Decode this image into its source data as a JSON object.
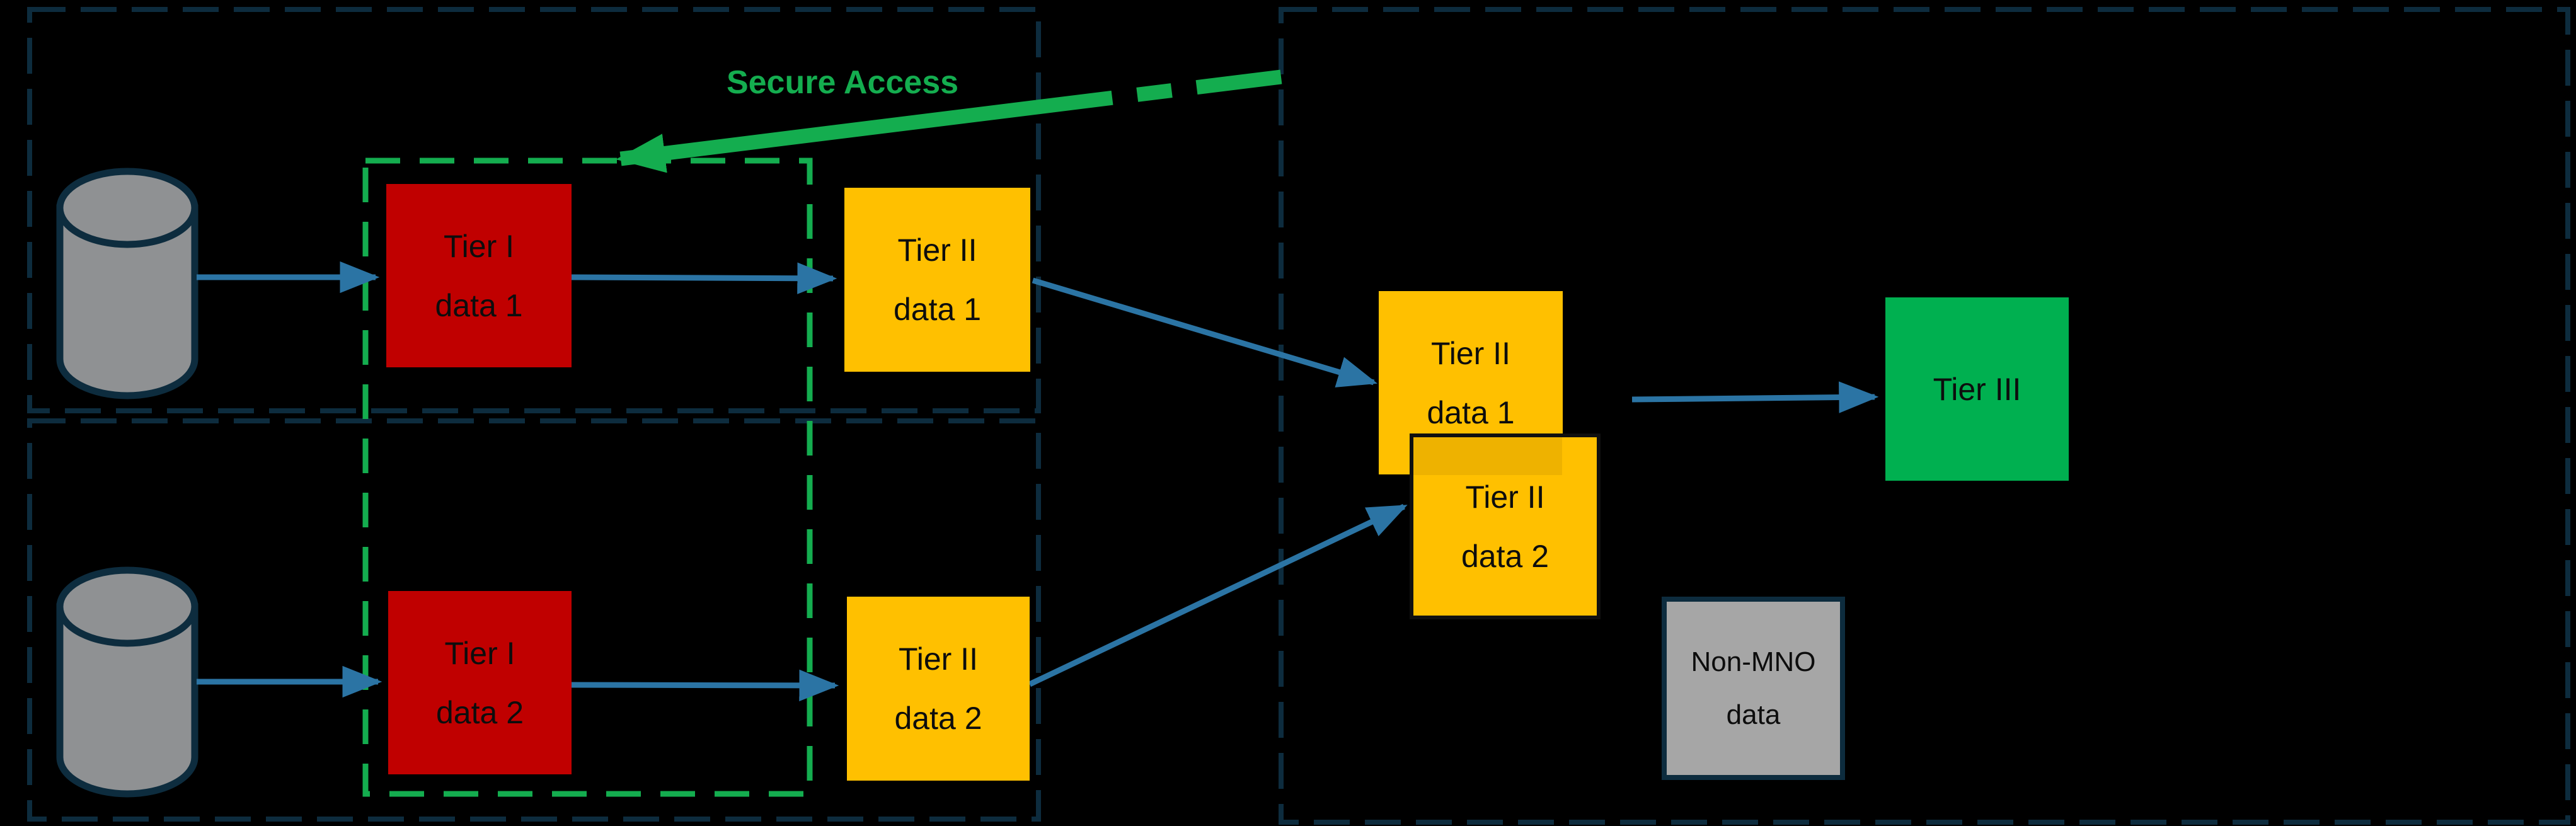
{
  "secure_access": {
    "label": "Secure Access"
  },
  "nodes": {
    "tier1_data1": {
      "line1": "Tier I",
      "line2": "data 1"
    },
    "tier1_data2": {
      "line1": "Tier I",
      "line2": "data 2"
    },
    "tier2_data1_left": {
      "line1": "Tier II",
      "line2": "data 1"
    },
    "tier2_data2_left": {
      "line1": "Tier II",
      "line2": "data 2"
    },
    "tier2_data1_right": {
      "line1": "Tier II",
      "line2": "data 1"
    },
    "tier2_data2_right": {
      "line1": "Tier II",
      "line2": "data 2"
    },
    "tier3": {
      "label": "Tier III"
    },
    "non_mno": {
      "line1": "Non-MNO",
      "line2": "data"
    }
  },
  "icons": {
    "database_1": "database-icon",
    "database_2": "database-icon"
  },
  "colors": {
    "background": "#000000",
    "boundary_dashed_navy": "#0D2C3E",
    "secure_green": "#14AD4F",
    "tier1_red": "#C00000",
    "tier2_gold": "#FFC000",
    "tier3_green": "#00B050",
    "flow_arrow_blue": "#2B74A4",
    "database_gray": "#8F9193",
    "non_mno_gray": "#A6A6A6",
    "label_text": "#0D0D0D"
  }
}
